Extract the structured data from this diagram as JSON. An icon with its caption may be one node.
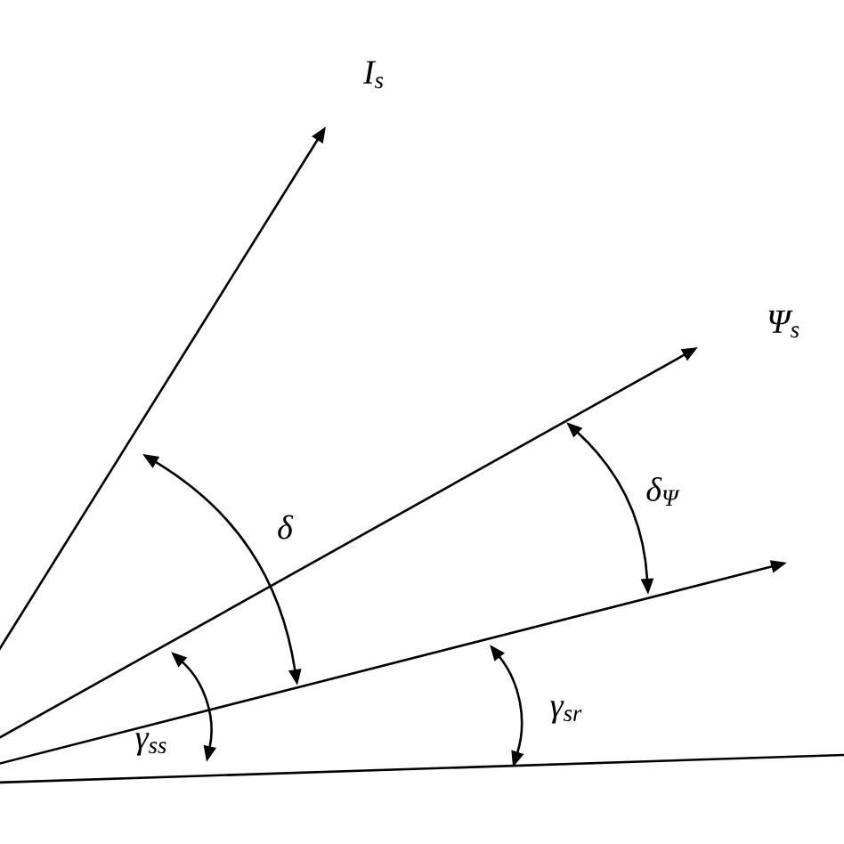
{
  "diagram": {
    "nodes": [
      {
        "text": [
          "I$_{s}$"
        ]
      },
      {
        "text": [
          "Ψ$_{s}$"
        ]
      }
    ],
    "edges": [
      {
        "from": null,
        "to": 0,
        "arrow": "to"
      },
      {
        "from": null,
        "to": 1,
        "arrow": "to"
      }
    ],
    "labels": [
      "δ",
      "δ$_{Ψ}$",
      "γ$_{ss}$",
      "γ$_{sr}$"
    ]
  }
}
